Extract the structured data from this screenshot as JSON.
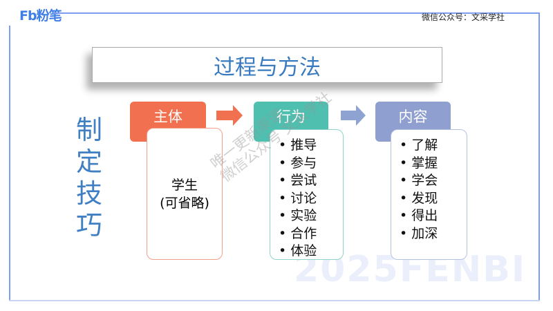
{
  "header": {
    "logo": "Fb粉笔",
    "wechat_label": "微信公众号：文采学社"
  },
  "title": "过程与方法",
  "side_title": "制定技巧",
  "columns": [
    {
      "header": "主体",
      "items": [
        "学生",
        "(可省略)"
      ],
      "color": "#f0704f",
      "border": "#f3a08b"
    },
    {
      "header": "行为",
      "items": [
        "• 推导",
        "• 参与",
        "• 尝试",
        "• 讨论",
        "• 实验",
        "• 合作",
        "• 体验"
      ],
      "color": "#4fbfb0",
      "border": "#8fd3ca"
    },
    {
      "header": "内容",
      "items": [
        "• 了解",
        "• 掌握",
        "• 学会",
        "• 发现",
        "• 得出",
        "• 加深"
      ],
      "color": "#8f9fd0",
      "border": "#b5c1e3"
    }
  ],
  "arrow_colors": [
    "#f0704f",
    "#8fa3d3"
  ],
  "watermark": {
    "line1": "唯一更新渠道",
    "line2": "微信公众号 文采学社",
    "bottom": "2025FENBI"
  }
}
